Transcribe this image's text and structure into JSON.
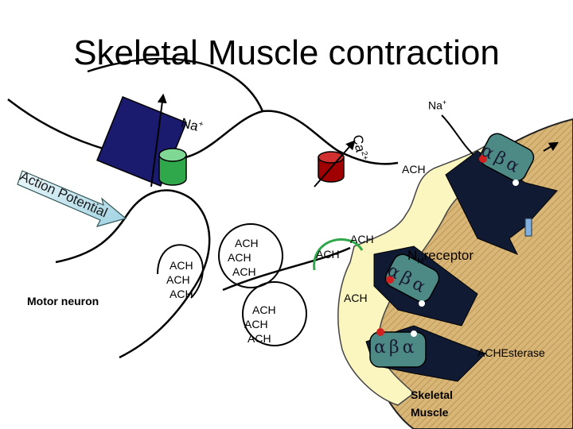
{
  "title": "Skeletal Muscle contraction",
  "labels": {
    "na_top": "Na",
    "na_top_sup": "+",
    "na_channel": "Na",
    "na_channel_sup": "+",
    "ca": "Ca",
    "ca_sup": "2+",
    "action_potential": "Action Potential",
    "motor_neuron": "Motor neuron",
    "nm_receptor_n": "N",
    "nm_receptor_sub": "M",
    "nm_receptor_text": "receptor",
    "achesterase": "ACHEsterase",
    "skeletal_muscle_1": "Skeletal",
    "skeletal_muscle_2": "Muscle"
  },
  "ach": {
    "cleft_top": "ACH",
    "cleft_mid": "ACH",
    "cleft_right": "ACH",
    "cleft_low": "ACH",
    "vesicle_left": [
      "ACH",
      "ACH",
      "ACH"
    ],
    "vesicle_mid": [
      "ACH",
      "ACH",
      "ACH"
    ],
    "vesicle_low": [
      "ACH",
      "ACH",
      "ACH"
    ]
  },
  "receptor_subunits": {
    "top": [
      "α",
      "β",
      "α"
    ],
    "mid": [
      "α",
      "β",
      "α"
    ],
    "low": [
      "α",
      "β",
      "α"
    ]
  },
  "colors": {
    "muscle_fill": "#d8b678",
    "cleft_fill": "#fbf6c0",
    "receptor_body": "#101a33",
    "receptor_ring": "#4d8a86",
    "na_channel": "#1a1a6e",
    "na_channel_green": "#2ea84a",
    "ca_channel": "#a00000",
    "arrow_fill": "#bfe4ee"
  }
}
